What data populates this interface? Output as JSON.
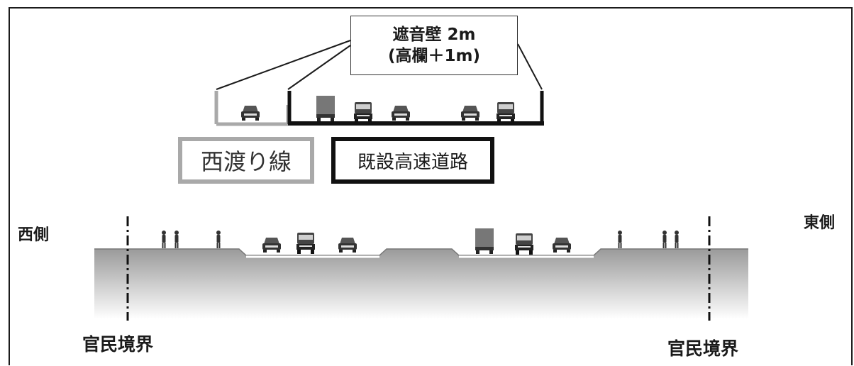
{
  "callout": {
    "line1": "遮音壁 2m",
    "line2": "(高欄＋1m)"
  },
  "labels": {
    "west_ramp": "西渡り線",
    "existing_expressway": "既設高速道路",
    "west_side": "西側",
    "east_side": "東側",
    "boundary_left": "官民境界",
    "boundary_right": "官民境界"
  },
  "colors": {
    "line": "#1b1b1b",
    "ramp_wall": "#a9a9a9",
    "ground_top": "#9a9a9a",
    "ground_bottom": "#ffffff"
  },
  "icons": [
    "car-icon",
    "truck-icon",
    "pedestrian-icon",
    "boundary-line"
  ]
}
